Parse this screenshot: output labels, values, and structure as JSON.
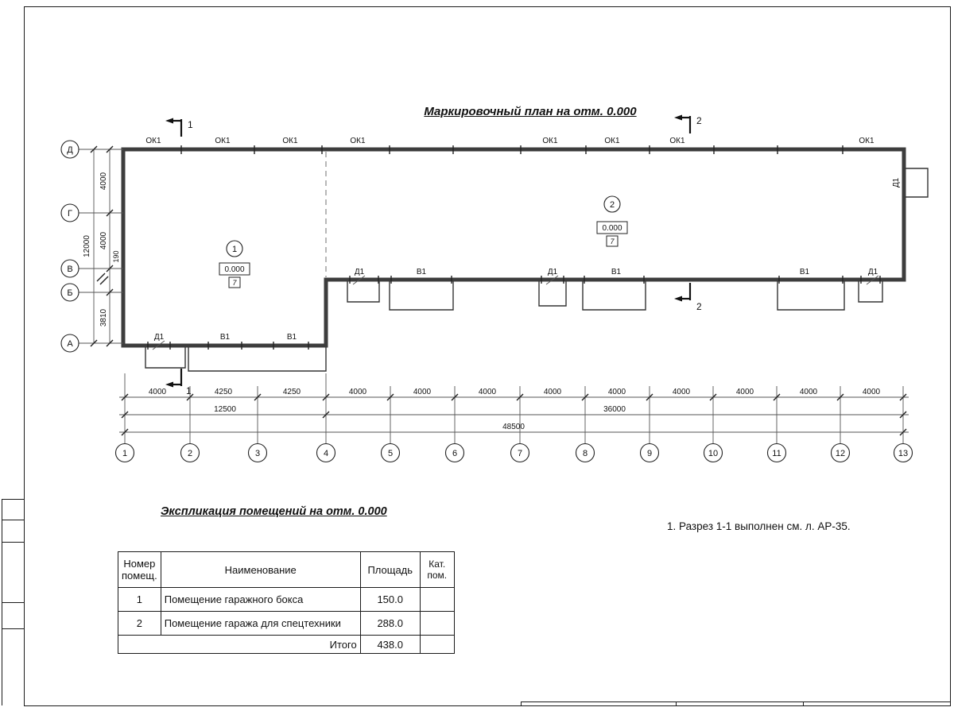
{
  "titles": {
    "plan": "Маркировочный план на отм. 0.000",
    "schedule": "Экспликация помещений на отм. 0.000",
    "note": "1. Разрез 1-1 выполнен см. л. АР-35."
  },
  "plan": {
    "labels": {
      "window": "ОК1",
      "door": "Д1",
      "gate": "В1",
      "elevation": "0.000",
      "floor_mark": "7"
    },
    "rooms": [
      {
        "num": "1"
      },
      {
        "num": "2"
      }
    ],
    "sections": {
      "s1": "1",
      "s2": "2"
    },
    "axes_rows": [
      "Д",
      "Г",
      "В",
      "Б",
      "А"
    ],
    "axes_cols": [
      "1",
      "2",
      "3",
      "4",
      "5",
      "6",
      "7",
      "8",
      "9",
      "10",
      "11",
      "12",
      "13"
    ],
    "dims_h": [
      "4000",
      "4250",
      "4250",
      "4000",
      "4000",
      "4000",
      "4000",
      "4000",
      "4000",
      "4000",
      "4000",
      "4000"
    ],
    "dims_h_sub": [
      "12500",
      "36000"
    ],
    "dims_h_total": "48500",
    "dims_v": [
      "4000",
      "4000",
      "190",
      "3810"
    ],
    "dims_v_total": "12000"
  },
  "schedule": {
    "headers": {
      "num": "Номер помещ.",
      "name": "Наименование",
      "area": "Площадь",
      "cat": "Кат. пом."
    },
    "rows": [
      {
        "num": "1",
        "name": "Помещение гаражного бокса",
        "area": "150.0",
        "cat": ""
      },
      {
        "num": "2",
        "name": "Помещение гаража для спецтехники",
        "area": "288.0",
        "cat": ""
      }
    ],
    "total_label": "Итого",
    "total_area": "438.0"
  }
}
